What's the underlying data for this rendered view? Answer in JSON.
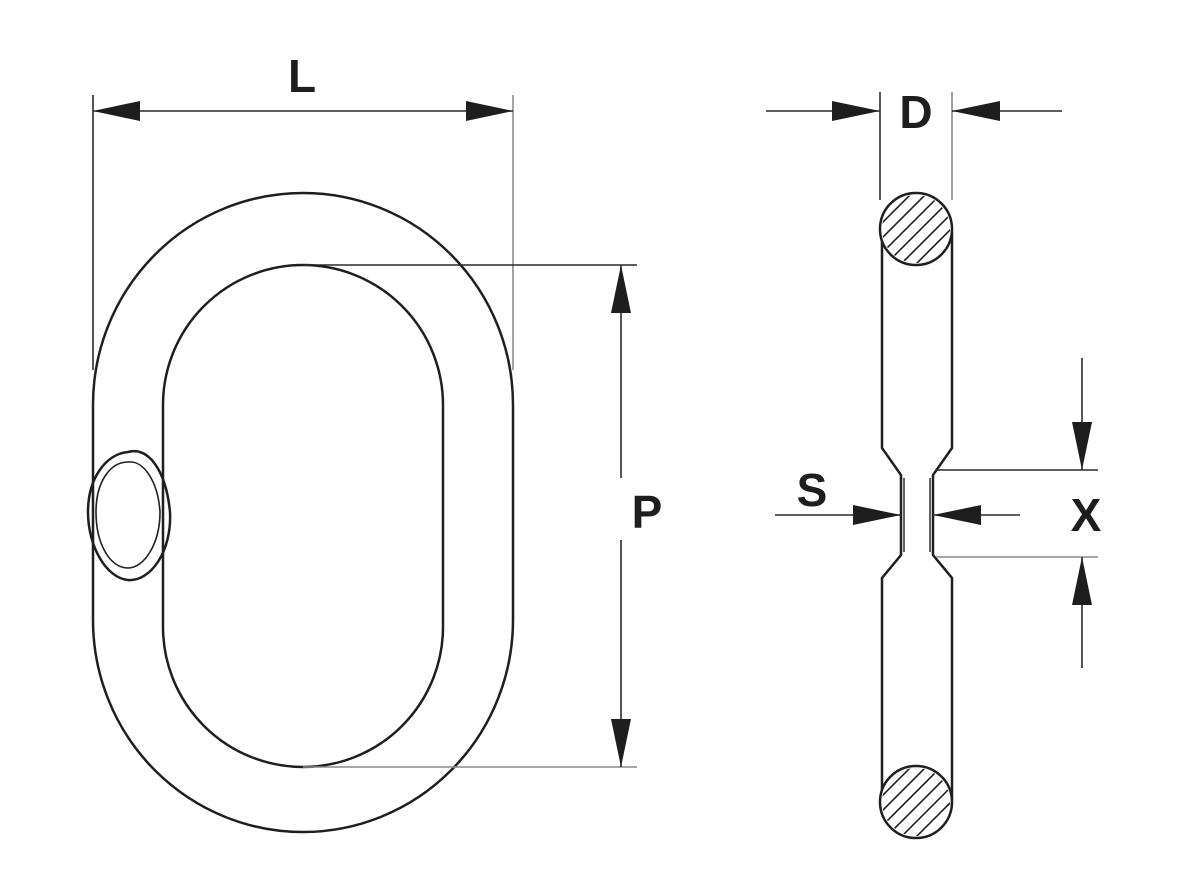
{
  "diagram": {
    "labels": {
      "length": "L",
      "pitch": "P",
      "diameter": "D",
      "section": "S",
      "neck": "X"
    },
    "colors": {
      "line": "#1f1f1f",
      "extension_line": "#8a8a8a",
      "background": "#ffffff"
    }
  }
}
